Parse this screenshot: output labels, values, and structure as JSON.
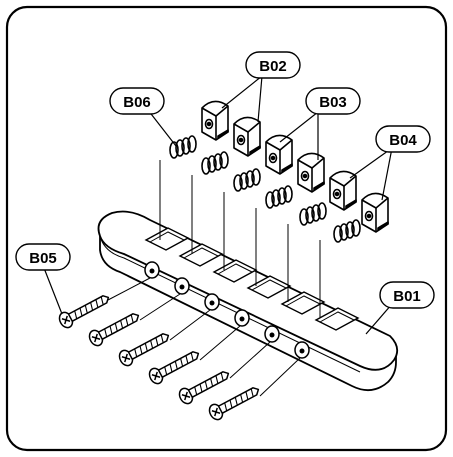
{
  "callouts": {
    "b01": "B01",
    "b02": "B02",
    "b03": "B03",
    "b04": "B04",
    "b05": "B05",
    "b06": "B06"
  },
  "colors": {
    "ink": "#000000",
    "paper": "#ffffff",
    "shade": "#d8d8d8"
  },
  "parts": {
    "screw_count": 6,
    "spring_count": 6,
    "saddle_count": 6,
    "base_count": 1
  }
}
